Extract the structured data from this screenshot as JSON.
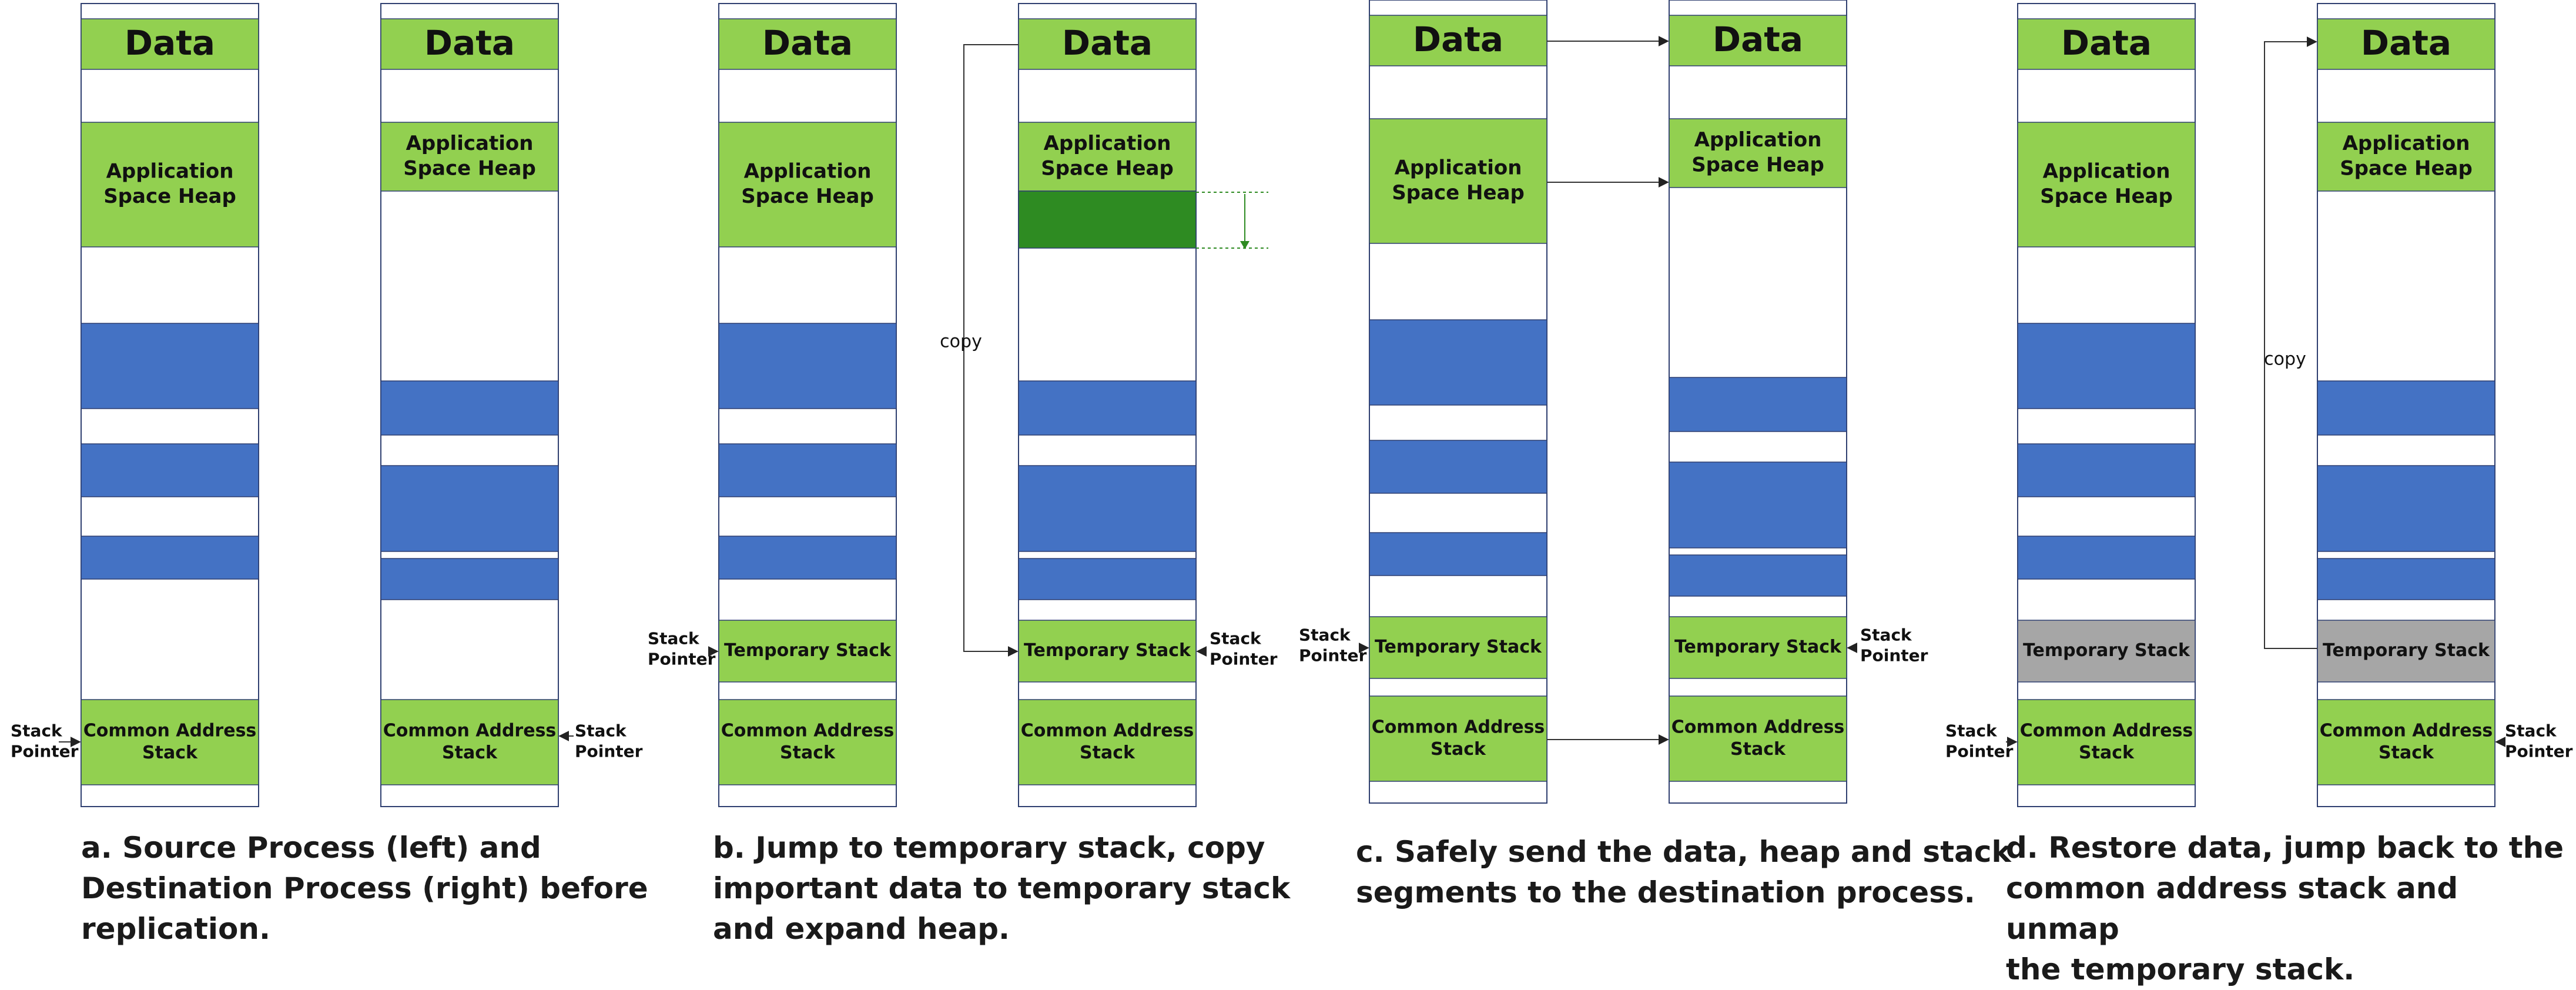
{
  "colors": {
    "green": "#92d050",
    "dark_green": "#2e8b22",
    "blue": "#4472c4",
    "gray": "#a6a6a6",
    "border": "#2f3f70",
    "white": "#ffffff",
    "text": "#111111"
  },
  "labels": {
    "data": "Data",
    "heap": "Application\nSpace Heap",
    "temp": "Temporary Stack",
    "common": "Common Address\nStack",
    "sp": "Stack\nPointer",
    "copy": "copy"
  },
  "panels": [
    {
      "caption": "a. Source Process (left) and\nDestination Process (right) before\nreplication."
    },
    {
      "caption": "b. Jump to temporary stack, copy\nimportant data to temporary stack\nand expand heap."
    },
    {
      "caption": "c. Safely send the data, heap and stack\nsegments to the destination process."
    },
    {
      "caption": "d. Restore data, jump back to the\ncommon address stack and unmap\nthe temporary stack."
    }
  ]
}
